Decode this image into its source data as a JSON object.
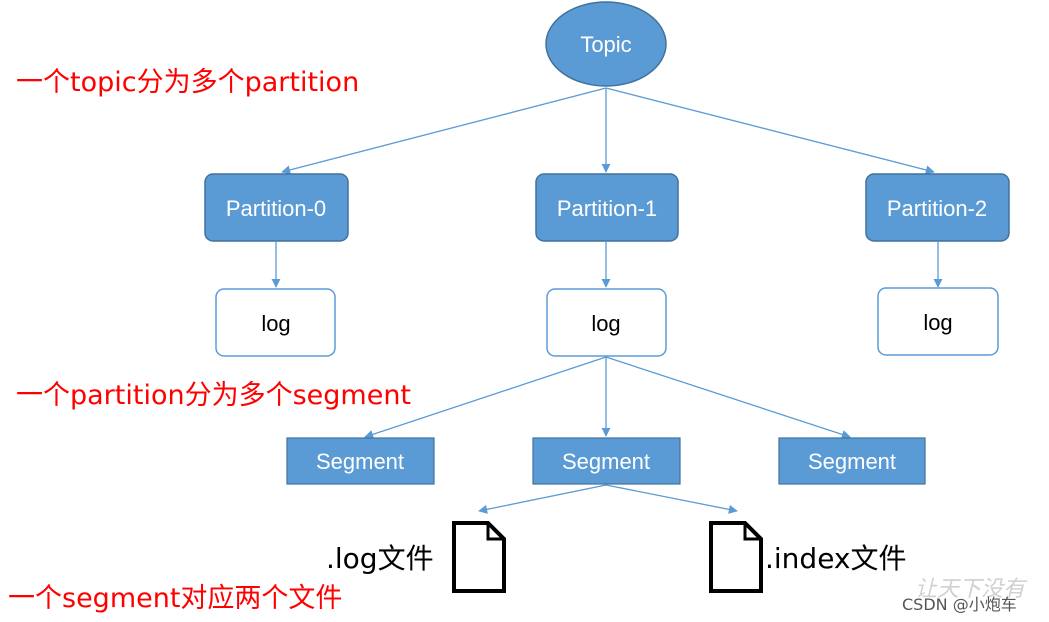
{
  "topic": {
    "label": "Topic"
  },
  "partitions": [
    {
      "label": "Partition-0",
      "log_label": "log"
    },
    {
      "label": "Partition-1",
      "log_label": "log"
    },
    {
      "label": "Partition-2",
      "log_label": "log"
    }
  ],
  "segments": [
    {
      "label": "Segment"
    },
    {
      "label": "Segment"
    },
    {
      "label": "Segment"
    }
  ],
  "files": [
    {
      "label": ".log文件",
      "icon": "file-icon"
    },
    {
      "label": ".index文件",
      "icon": "file-icon"
    }
  ],
  "annotations": [
    "一个topic分为多个partition",
    "一个partition分为多个segment",
    "一个segment对应两个文件"
  ],
  "watermark": {
    "credit": "CSDN @小炮车",
    "faint": "让天下没有"
  },
  "colors": {
    "node_fill": "#5b9bd5",
    "node_stroke": "#41719c",
    "edge": "#5b9bd5",
    "annotation": "#ff0000"
  }
}
